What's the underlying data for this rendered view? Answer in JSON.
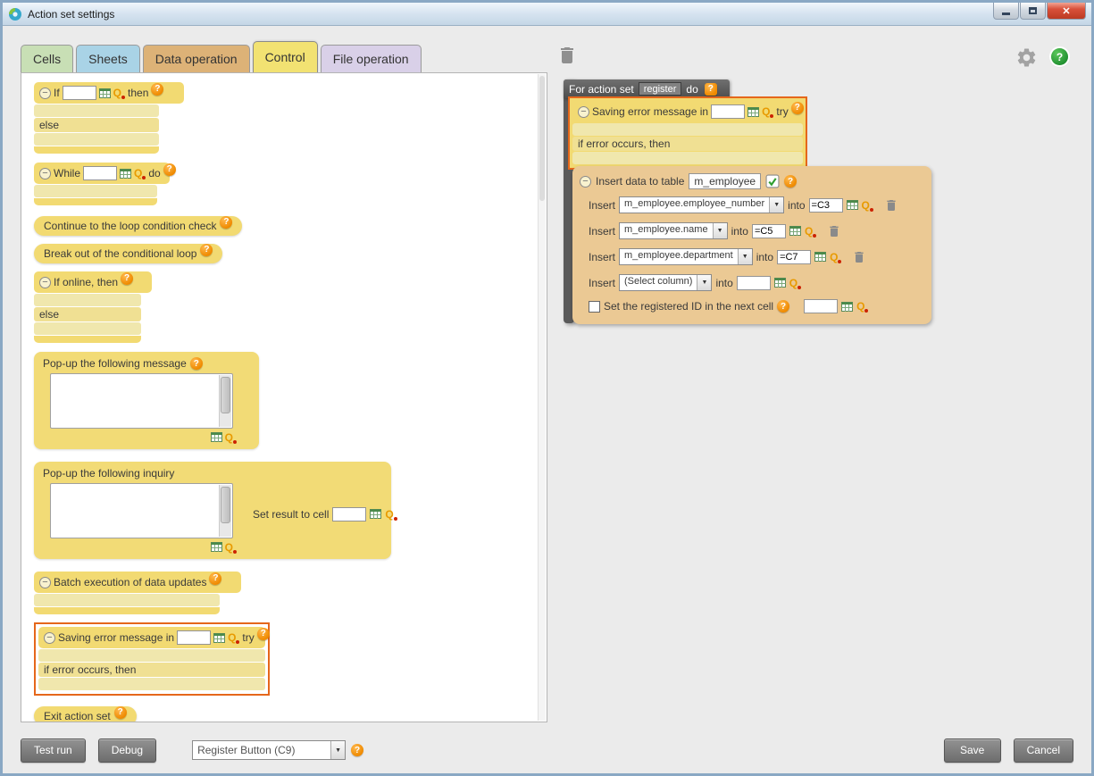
{
  "window": {
    "title": "Action set settings"
  },
  "icons": {
    "collapse": "−",
    "help": "?",
    "q": "Q",
    "arrow": "▼",
    "check": "✓",
    "close_glyph": "✕"
  },
  "colors": {
    "accent_orange": "#e5671b",
    "block_yellow": "#f2da72",
    "insert_tan": "#ebc994",
    "button_gray": "#6d6d6d"
  },
  "tabs": [
    {
      "label": "Cells",
      "color": "#c8dfb5"
    },
    {
      "label": "Sheets",
      "color": "#a9d3e6"
    },
    {
      "label": "Data operation",
      "color": "#ddb277"
    },
    {
      "label": "Control",
      "color": "#f2e272",
      "active": true
    },
    {
      "label": "File operation",
      "color": "#d9d0e8"
    }
  ],
  "palette": {
    "if_block": {
      "prefix": "If",
      "suffix": "then",
      "else_label": "else"
    },
    "while_block": {
      "prefix": "While",
      "suffix": "do"
    },
    "continue_button": "Continue to the loop condition check",
    "break_button": "Break out of the conditional loop",
    "if_online_block": {
      "label": "If online, then",
      "else_label": "else"
    },
    "popup_message_block": {
      "label": "Pop-up the following message"
    },
    "popup_inquiry_block": {
      "label": "Pop-up the following inquiry",
      "result_label": "Set result to cell"
    },
    "batch_block": {
      "label": "Batch execution of data updates"
    },
    "error_block": {
      "prefix": "Saving error message in",
      "suffix": "try",
      "condition": "if error occurs, then"
    },
    "exit_button": "Exit action set"
  },
  "workspace": {
    "action_set": {
      "prefix": "For action set",
      "name": "register",
      "suffix": "do"
    },
    "error_block": {
      "prefix": "Saving error message in",
      "suffix": "try",
      "condition": "if error occurs, then"
    },
    "insert_block": {
      "title": "Insert data to table",
      "table_name": "m_employee",
      "insert_label": "Insert",
      "into_label": "into",
      "rows": [
        {
          "column": "m_employee.employee_number",
          "cell": "=C3"
        },
        {
          "column": "m_employee.name",
          "cell": "=C5"
        },
        {
          "column": "m_employee.department",
          "cell": "=C7"
        },
        {
          "column": "(Select column)",
          "cell": ""
        }
      ],
      "checkbox_label": "Set the registered ID in the next cell"
    }
  },
  "footer": {
    "test_run_label": "Test run",
    "debug_label": "Debug",
    "trigger_value": "Register Button (C9)",
    "save_label": "Save",
    "cancel_label": "Cancel"
  }
}
